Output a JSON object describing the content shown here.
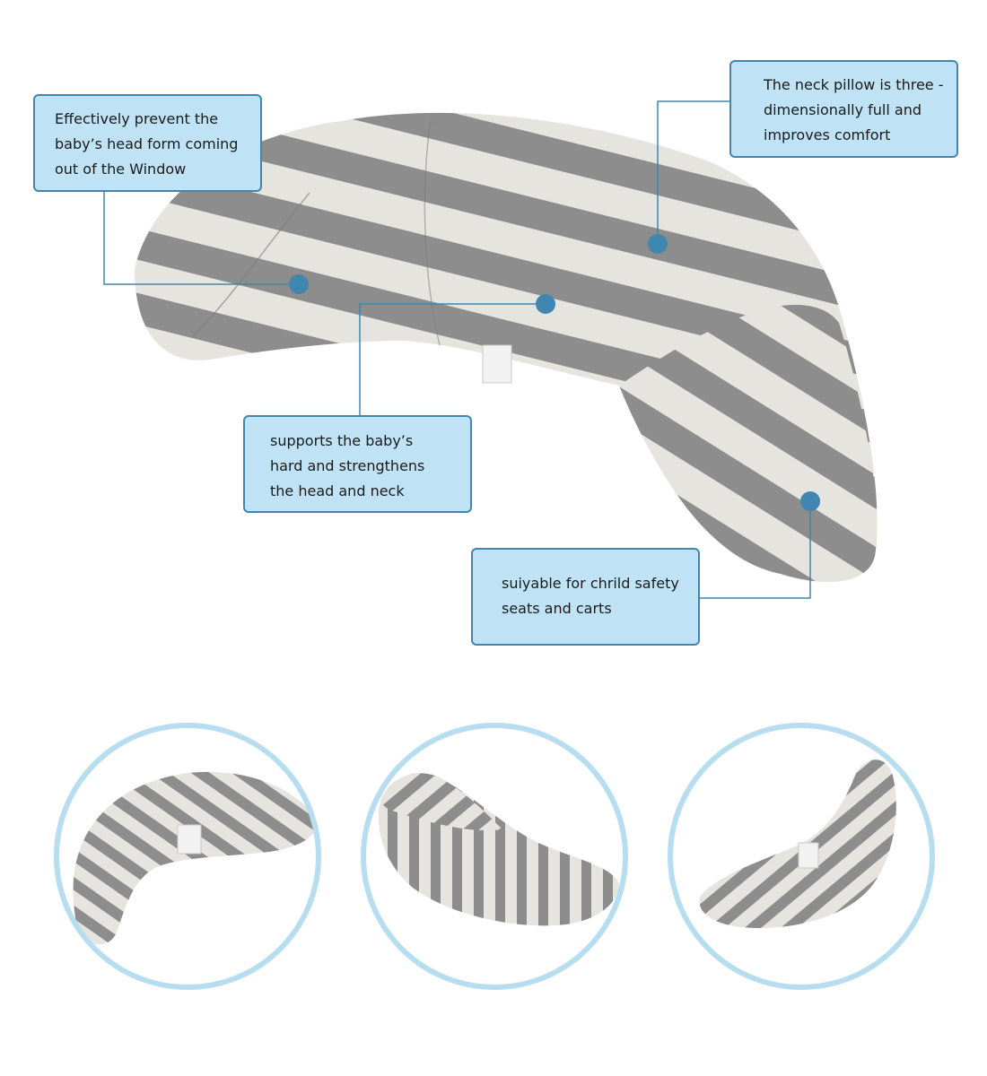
{
  "colors": {
    "callout_fill": "#bfe3f5",
    "callout_border": "#3f86b0",
    "leader_line": "#3f86b0",
    "marker_dot": "#3f86b0",
    "stripe_dark": "#8d8d8d",
    "stripe_light": "#e6e4de",
    "circle_ring": "#b7ddf0"
  },
  "callouts": {
    "window": "Effectively prevent the\nbaby’s head form coming\nout of the Window",
    "three_d": "The neck pillow is three -\ndimensionally full and\n improves comfort",
    "support": "supports the baby’s\nhard and strengthens\nthe head and neck",
    "seats": "suiyable for chrild safety\nseats and carts"
  },
  "thumbnails": [
    {
      "view": "front-tilted"
    },
    {
      "view": "side-profile"
    },
    {
      "view": "back-angled"
    }
  ]
}
